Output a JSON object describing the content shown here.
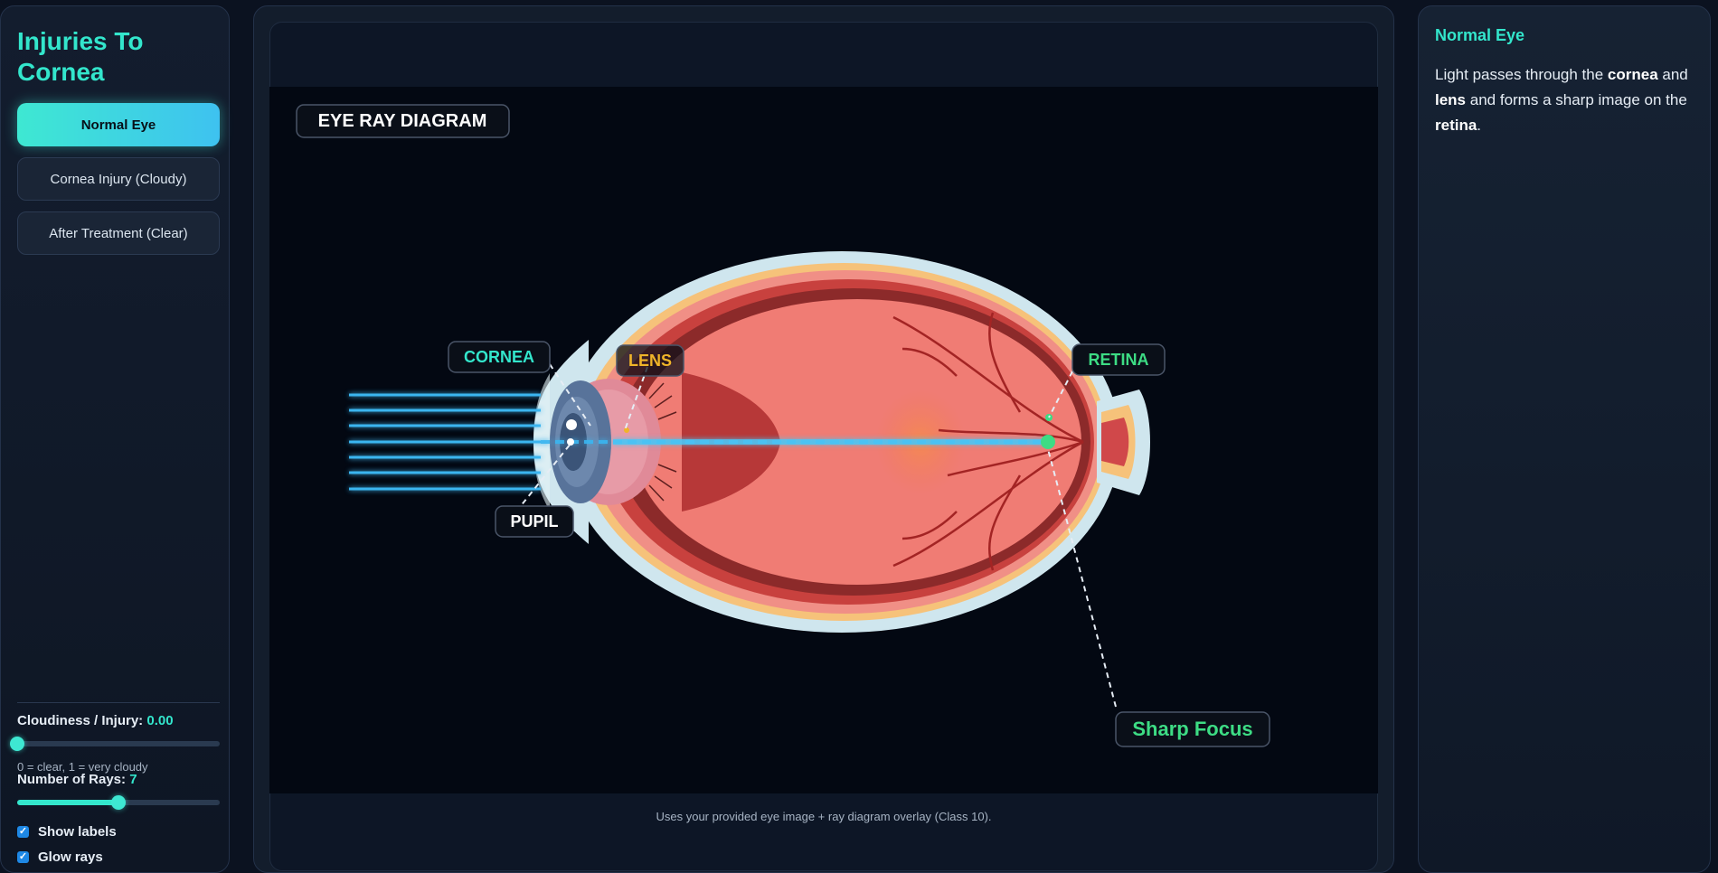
{
  "sidebar": {
    "title": "Injuries To Cornea",
    "modes": [
      {
        "label": "Normal Eye",
        "active": true
      },
      {
        "label": "Cornea Injury (Cloudy)",
        "active": false
      },
      {
        "label": "After Treatment (Clear)",
        "active": false
      }
    ],
    "cloudiness": {
      "label": "Cloudiness / Injury:",
      "value": "0.00",
      "hint": "0 = clear, 1 = very cloudy",
      "level": 0.0
    },
    "rays": {
      "label": "Number of Rays:",
      "value": "7",
      "level": 0.5
    },
    "checkboxes": [
      {
        "label": "Show labels",
        "checked": true
      },
      {
        "label": "Glow rays",
        "checked": true
      }
    ]
  },
  "diagram": {
    "badge": "EYE RAY DIAGRAM",
    "labels": {
      "cornea": "CORNEA",
      "lens": "LENS",
      "pupil": "PUPIL",
      "retina": "RETINA",
      "focus": "Sharp Focus"
    },
    "ray_count": 7,
    "colors": {
      "ray": "#3bb5f0",
      "cornea_label": "#33e6cc",
      "lens_label": "#f0b429",
      "retina_label": "#3ddc84",
      "focus_label": "#3ddc84"
    },
    "caption": "Uses your provided eye image + ray diagram overlay (Class 10)."
  },
  "info": {
    "title": "Normal Eye",
    "parts": [
      {
        "text": "Light passes through the ",
        "bold": false
      },
      {
        "text": "cornea",
        "bold": true
      },
      {
        "text": " and ",
        "bold": false
      },
      {
        "text": "lens",
        "bold": true
      },
      {
        "text": " and forms a sharp image on the ",
        "bold": false
      },
      {
        "text": "retina",
        "bold": true
      },
      {
        "text": ".",
        "bold": false
      }
    ]
  }
}
